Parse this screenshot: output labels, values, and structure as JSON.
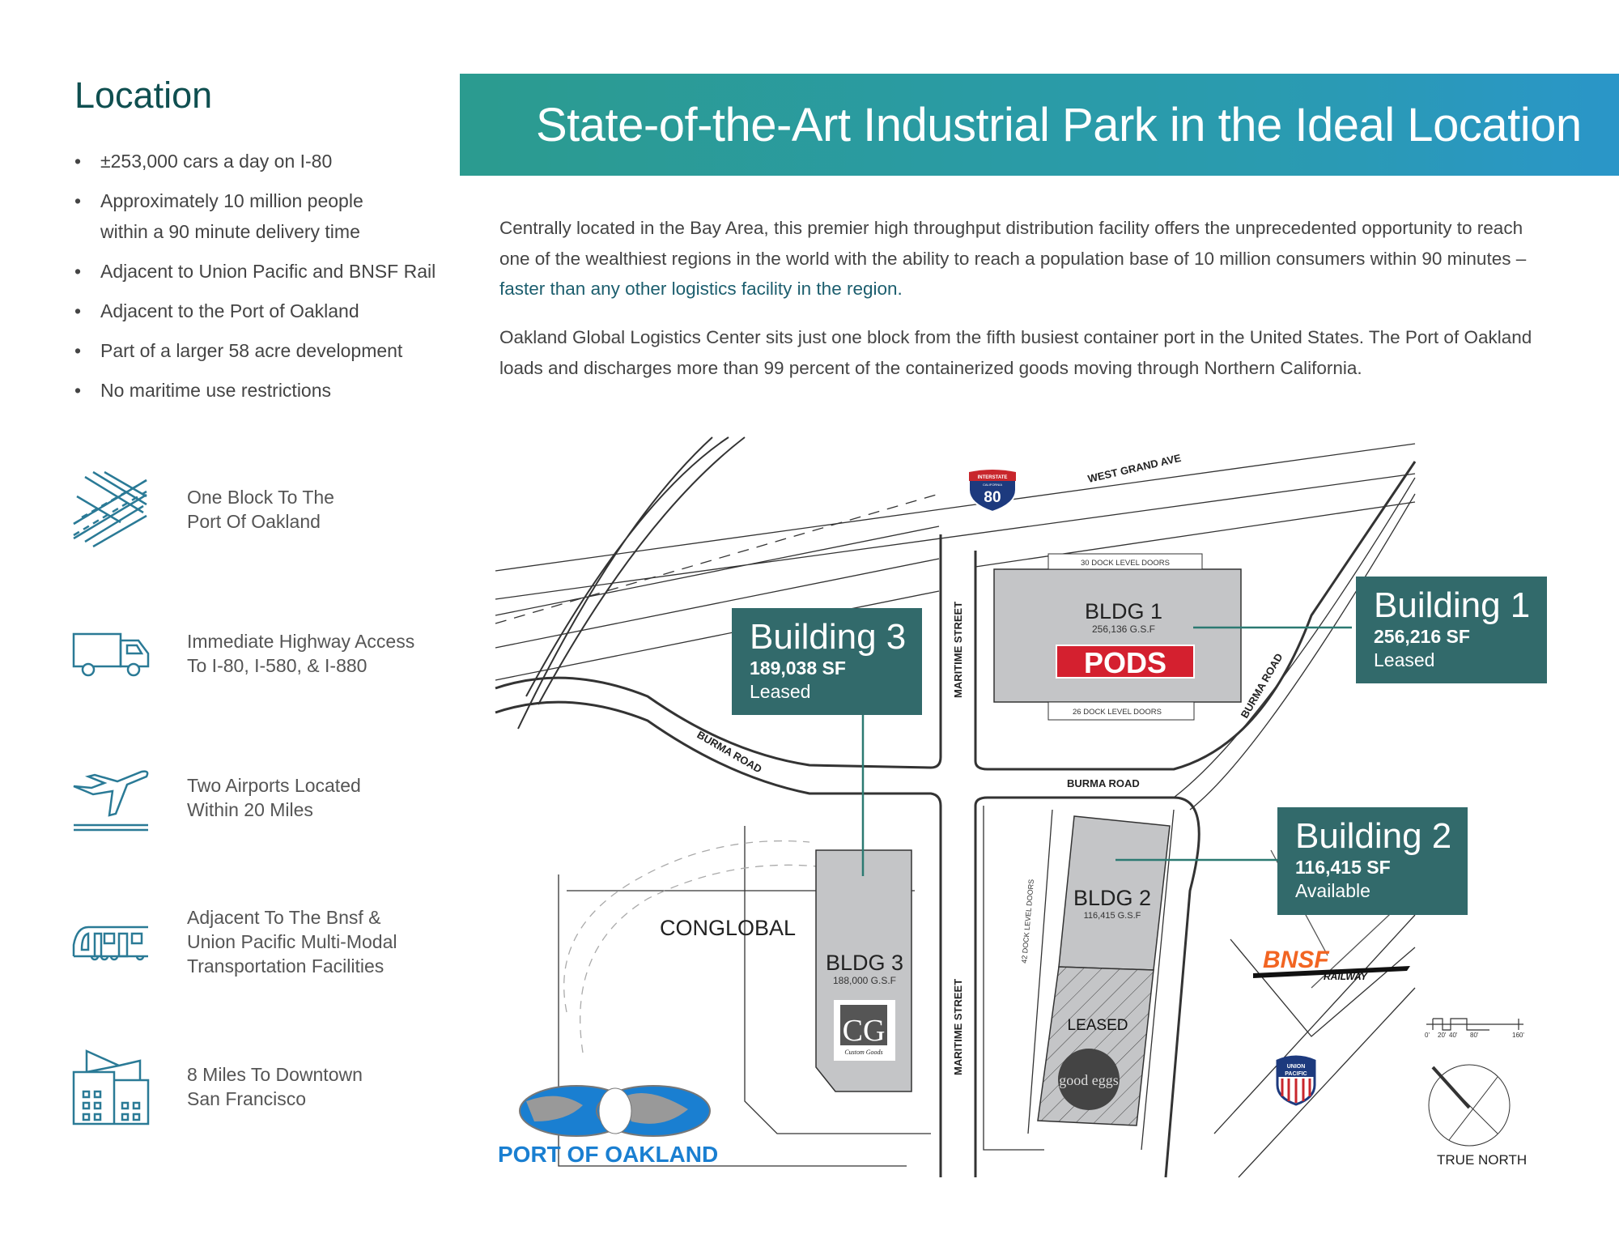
{
  "location": {
    "title": "Location",
    "bullets": [
      "±253,000 cars a day on I-80",
      "Approximately 10 million people within a 90 minute delivery time",
      "Adjacent to Union Pacific and BNSF Rail",
      "Adjacent to the Port of Oakland",
      "Part of a larger 58 acre development",
      "No maritime use restrictions"
    ],
    "bullet_char": "•"
  },
  "features": [
    {
      "icon": "crossroads-icon",
      "text": "One Block To The\nPort Of Oakland"
    },
    {
      "icon": "truck-icon",
      "text": "Immediate Highway Access\nTo I-80, I-580, & I-880"
    },
    {
      "icon": "airplane-icon",
      "text": "Two Airports Located\nWithin 20 Miles"
    },
    {
      "icon": "train-icon",
      "text": "Adjacent To The Bnsf &\nUnion Pacific Multi-Modal\nTransportation Facilities"
    },
    {
      "icon": "city-buildings-icon",
      "text": "8 Miles To Downtown\nSan Francisco"
    }
  ],
  "banner": {
    "title": "State-of-the-Art Industrial Park in the Ideal Location"
  },
  "intro": {
    "p1": "Centrally located in the Bay Area, this premier high throughput distribution facility offers the unprecedented opportunity to reach one of the wealthiest regions in the world with the ability to reach a population base of 10 million consumers within 90 minutes –",
    "p1_highlight": "faster than any other logistics facility in the region.",
    "p2": "Oakland Global Logistics Center sits just one block from the fifth busiest container port in the United States. The Port of Oakland loads and discharges more than 99 percent of the containerized goods moving through Northern California."
  },
  "map": {
    "callouts": [
      {
        "name": "Building 3",
        "sf": "189,038 SF",
        "status": "Leased"
      },
      {
        "name": "Building 1",
        "sf": "256,216 SF",
        "status": "Leased"
      },
      {
        "name": "Building 2",
        "sf": "116,415 SF",
        "status": "Available"
      }
    ],
    "buildings": {
      "b1": {
        "label": "BLDG 1",
        "gsf": "256,136 G.S.F",
        "tenant": "PODS",
        "top_doors": "30 DOCK LEVEL DOORS",
        "bottom_doors": "26 DOCK LEVEL DOORS"
      },
      "b2": {
        "label": "BLDG 2",
        "gsf": "116,415 G.S.F",
        "leased": "LEASED",
        "tenant": "good eggs",
        "doors": "42 DOCK LEVEL DOORS"
      },
      "b3": {
        "label": "BLDG 3",
        "gsf": "188,000 G.S.F",
        "tenant": "Custom Goods",
        "tenant_mark": "CG"
      }
    },
    "streets": {
      "west_grand": "WEST GRAND AVE",
      "maritime": "MARITIME STREET",
      "burma": "BURMA ROAD"
    },
    "conglobal": "CONGLOBAL",
    "interstate": {
      "top": "INTERSTATE",
      "state": "CALIFORNIA",
      "number": "80"
    },
    "logos": {
      "port": "PORT OF OAKLAND",
      "bnsf": "BNSF",
      "bnsf_sub": "RAILWAY",
      "up_top": "UNION",
      "up_bottom": "PACIFIC"
    },
    "scale": {
      "ticks": [
        "0'",
        "20'",
        "40'",
        "80'",
        "160'"
      ]
    },
    "north": "TRUE NORTH"
  },
  "colors": {
    "accent": "#326a6b",
    "banner_start": "#2b9b8f",
    "banner_end": "#2a96c8",
    "icon": "#2a7a96",
    "pods_red": "#d4202f",
    "bnsf_orange": "#f26522"
  }
}
